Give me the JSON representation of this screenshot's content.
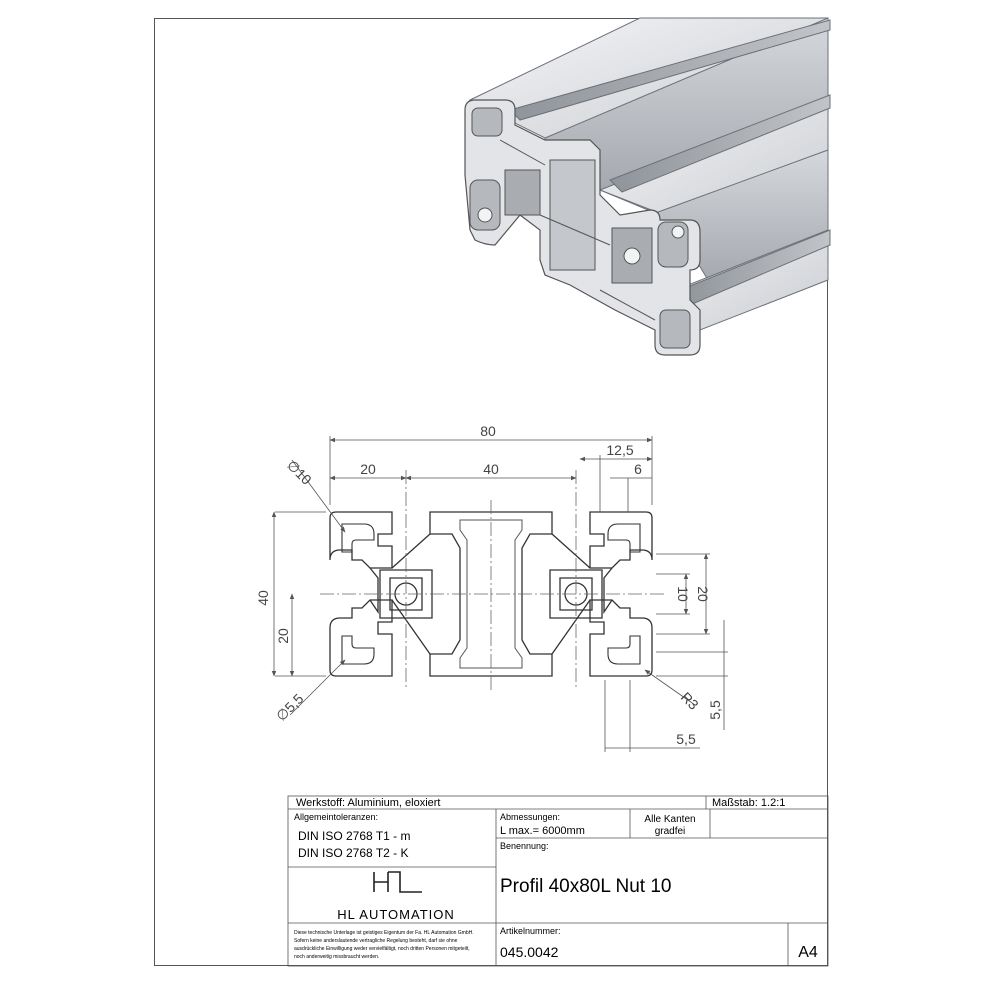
{
  "drawing": {
    "dimensions": {
      "total_width": "80",
      "pitch": "40",
      "edge_offset": "20",
      "slot_offset": "12,5",
      "slot_depth": "6",
      "corner_hole_dia": "∅10",
      "core_hole_dia": "∅5,5",
      "height": "40",
      "half_height": "20",
      "slot_width": "10",
      "slot_outer": "20",
      "radius": "R3",
      "wall_v": "5,5",
      "wall_h": "5,5"
    }
  },
  "title_block": {
    "material": "Werkstoff: Aluminium, eloxiert",
    "scale": "Maßstab: 1.2:1",
    "tolerances_heading": "Allgemeintoleranzen:",
    "tolerance_1": "DIN ISO 2768 T1 - m",
    "tolerance_2": "DIN ISO 2768 T2 - K",
    "dimensions_heading": "Abmessungen:",
    "length_max": "L max.= 6000mm",
    "edges_line1": "Alle Kanten",
    "edges_line2": "gradfei",
    "designation_heading": "Benennung:",
    "designation": "Profil 40x80L Nut 10",
    "company": "HL AUTOMATION",
    "disclaimer": [
      "Diese technische Unterlage ist geistiges Eigentum der Fa. HL Automation GmbH.",
      "Sofern keine anderslautende vertragliche Regelung besteht, darf sie ohne",
      "ausdrückliche Einwilligung weder vervielfältigt, noch dritten Personen mitgeteilt,",
      "noch anderweitig missbraucht werden."
    ],
    "article_heading": "Artikelnummer:",
    "article_number": "045.0042",
    "format": "A4"
  }
}
